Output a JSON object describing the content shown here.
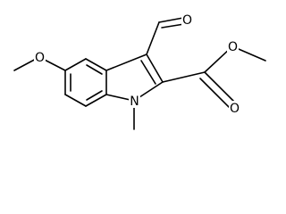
{
  "molecule": {
    "atoms": {
      "ring_nitrogen": "N",
      "methoxy_oxygen": "O",
      "aldehyde_oxygen": "O",
      "ester_carbonyl_oxygen": "O",
      "ester_ether_oxygen": "O"
    }
  },
  "colors": {
    "bond": "#000000",
    "label": "#000000",
    "background": "#ffffff"
  }
}
